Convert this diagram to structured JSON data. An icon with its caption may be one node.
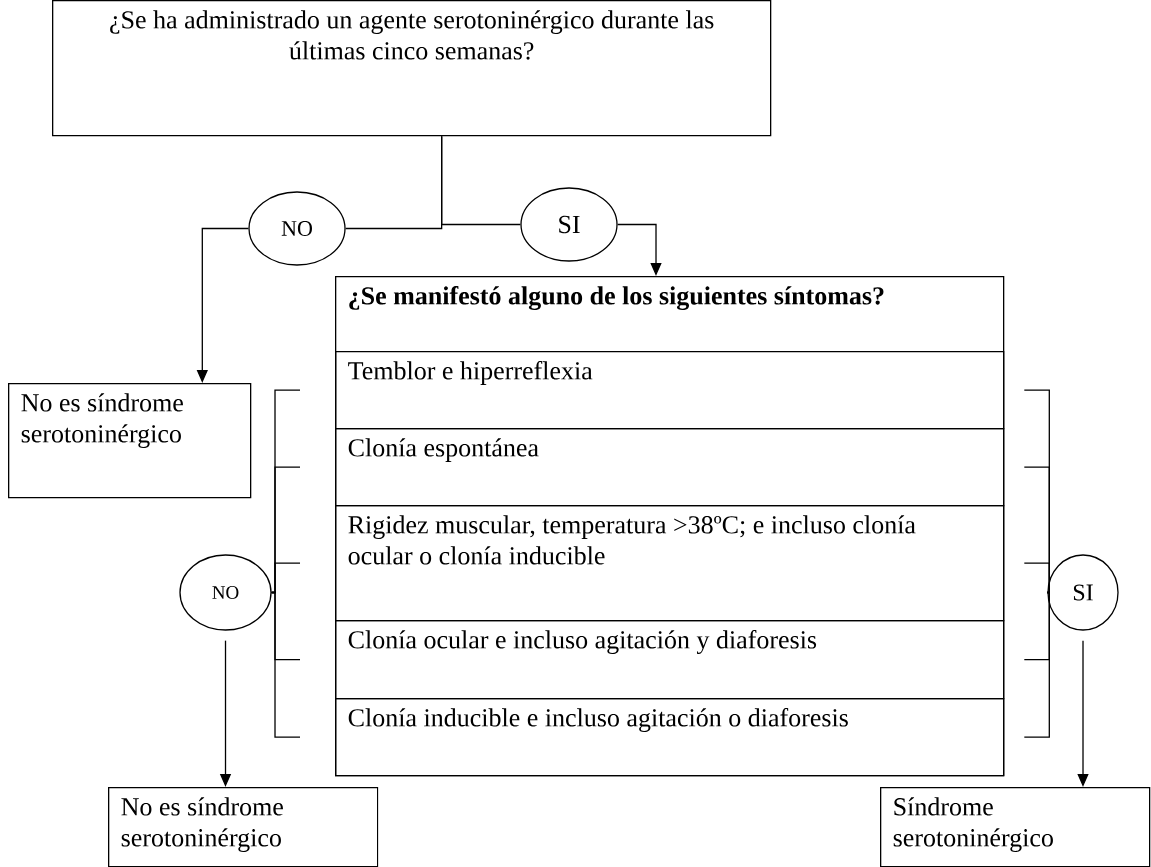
{
  "diagram": {
    "nodes": [
      {
        "text": [
          "¿Se ha administrado un agente serotoninérgico durante las últimas cinco semanas?"
        ]
      },
      {
        "text": [
          "NO"
        ]
      },
      {
        "text": [
          "SI"
        ]
      },
      {
        "text": [
          "¿Se manifestó alguno de los siguientes síntomas?"
        ]
      },
      {
        "text": [
          "Temblor e hiperreflexia"
        ],
        "in": 3
      },
      {
        "text": [
          "Clonía espontánea"
        ],
        "in": 3
      },
      {
        "text": [
          "Rigidez muscular, temperatura >38ºC; e incluso clonía ocular o clonía inducible"
        ],
        "in": 3
      },
      {
        "text": [
          "Clonía ocular e incluso agitación y diaforesis"
        ],
        "in": 3
      },
      {
        "text": [
          "Clonía inducible e incluso agitación o diaforesis"
        ],
        "in": 3
      },
      {
        "text": [
          "No es síndrome serotoninérgico"
        ]
      },
      {
        "text": [
          "NO"
        ]
      },
      {
        "text": [
          "SI"
        ]
      },
      {
        "text": [
          "No es síndrome serotoninérgico"
        ]
      },
      {
        "text": [
          "Síndrome serotoninérgico"
        ]
      }
    ],
    "edges": [
      {
        "from": 0,
        "to": 1,
        "arrow": "none"
      },
      {
        "from": 0,
        "to": 2,
        "arrow": "none"
      },
      {
        "from": 1,
        "to": 9,
        "arrow": "to"
      },
      {
        "from": 2,
        "to": 3,
        "arrow": "to"
      },
      {
        "from": 4,
        "to": 10,
        "arrow": "none"
      },
      {
        "from": 5,
        "to": 10,
        "arrow": "none"
      },
      {
        "from": 6,
        "to": 10,
        "arrow": "none"
      },
      {
        "from": 7,
        "to": 10,
        "arrow": "none"
      },
      {
        "from": 8,
        "to": 10,
        "arrow": "none"
      },
      {
        "from": 4,
        "to": 11,
        "arrow": "none"
      },
      {
        "from": 5,
        "to": 11,
        "arrow": "none"
      },
      {
        "from": 6,
        "to": 11,
        "arrow": "none"
      },
      {
        "from": 7,
        "to": 11,
        "arrow": "none"
      },
      {
        "from": 8,
        "to": 11,
        "arrow": "none"
      },
      {
        "from": 10,
        "to": 12,
        "arrow": "to"
      },
      {
        "from": 11,
        "to": 13,
        "arrow": "to"
      }
    ]
  }
}
